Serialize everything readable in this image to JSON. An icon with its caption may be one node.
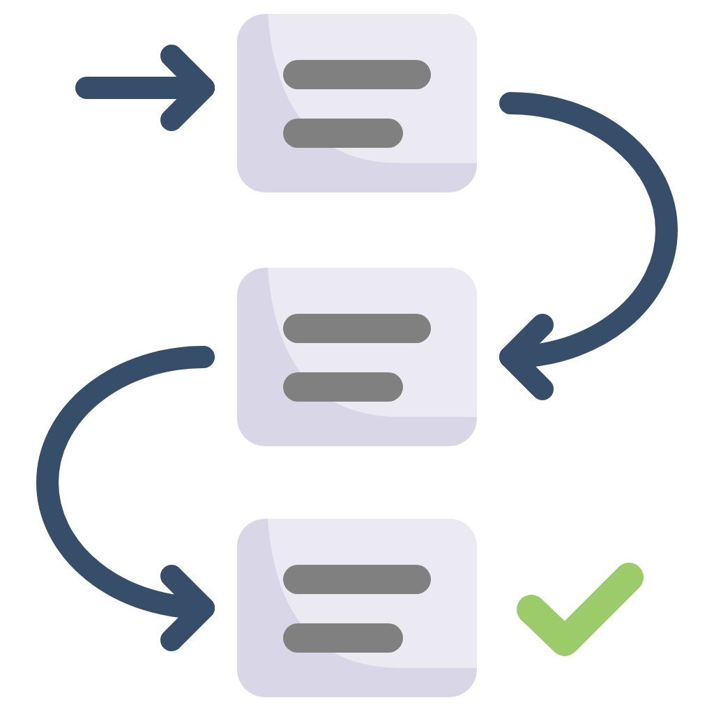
{
  "diagram": {
    "nodes": [
      {
        "text": [],
        "shape": "box"
      },
      {
        "text": [],
        "shape": "box"
      },
      {
        "text": [],
        "shape": "box"
      }
    ],
    "edges": [
      {
        "from": null,
        "to": 0,
        "arrow": "to"
      },
      {
        "from": 0,
        "to": 1,
        "arrow": "to"
      },
      {
        "from": 1,
        "to": 2,
        "arrow": "to"
      }
    ]
  }
}
